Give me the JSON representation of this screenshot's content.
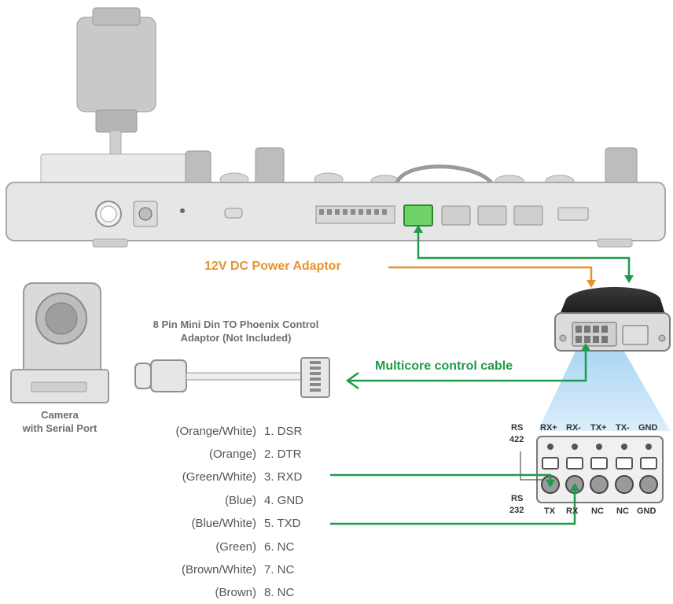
{
  "labels": {
    "power_adaptor": "12V DC Power Adaptor",
    "adaptor_title_line1": "8 Pin Mini Din TO Phoenix Control",
    "adaptor_title_line2": "Adaptor (Not Included)",
    "multicore": "Multicore control cable",
    "camera_line1": "Camera",
    "camera_line2": "with Serial Port"
  },
  "pins": [
    {
      "color": "(Orange/White)",
      "name": "1. DSR"
    },
    {
      "color": "(Orange)",
      "name": "2. DTR"
    },
    {
      "color": "(Green/White)",
      "name": "3. RXD"
    },
    {
      "color": "(Blue)",
      "name": "4. GND"
    },
    {
      "color": "(Blue/White)",
      "name": "5. TXD"
    },
    {
      "color": "(Green)",
      "name": "6. NC"
    },
    {
      "color": "(Brown/White)",
      "name": "7. NC"
    },
    {
      "color": "(Brown)",
      "name": "8. NC"
    }
  ],
  "terminal": {
    "rs422_a": "RS",
    "rs422_b": "422",
    "rs232_a": "RS",
    "rs232_b": "232",
    "top_labels": [
      "RX+",
      "RX-",
      "TX+",
      "TX-",
      "GND"
    ],
    "bottom_labels": [
      "TX",
      "RX",
      "NC",
      "NC",
      "GND"
    ]
  },
  "colors": {
    "orange": "#e8922e",
    "green": "#1e9b4a",
    "beam": "#a9d3f0",
    "device_gray": "#e3e3e3"
  }
}
